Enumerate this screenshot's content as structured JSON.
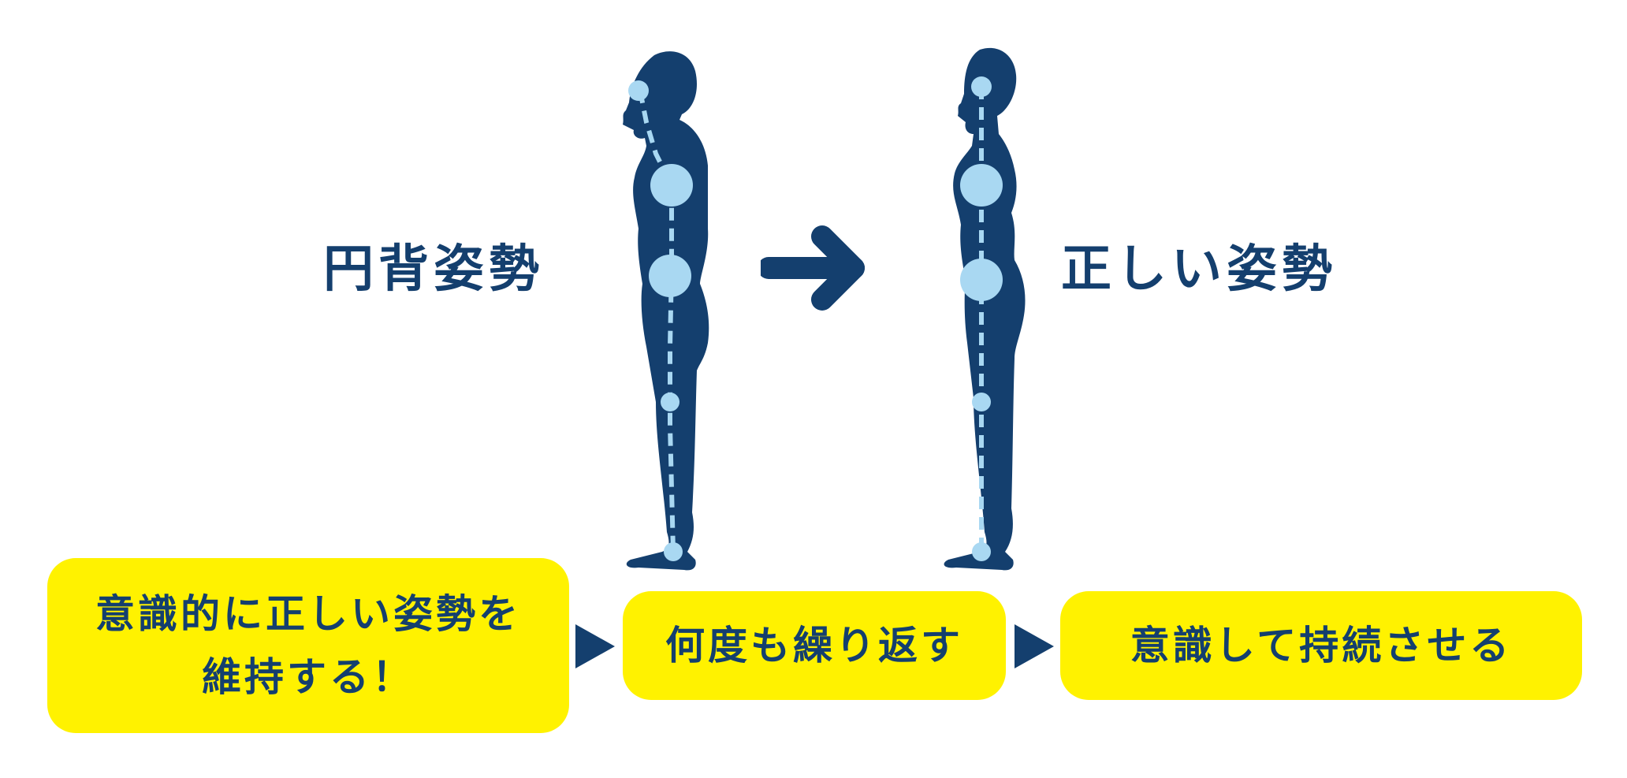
{
  "labels": {
    "before": "円背姿勢",
    "after": "正しい姿勢"
  },
  "steps": [
    {
      "line1": "意識的に正しい姿勢を",
      "line2": "維持する！"
    },
    {
      "line1": "何度も繰り返す"
    },
    {
      "line1": "意識して持続させる"
    }
  ],
  "icons": {
    "main_arrow": "right-arrow-icon",
    "step_arrow": "right-triangle-icon"
  },
  "colors": {
    "navy": "#143f6e",
    "joint": "#a9d8f2",
    "highlight": "#fff200"
  }
}
